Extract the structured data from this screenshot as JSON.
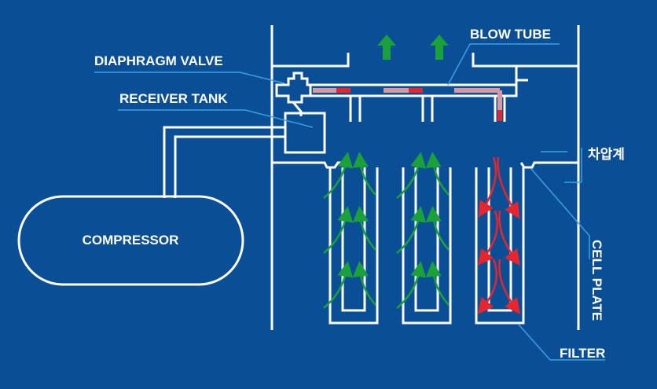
{
  "labels": {
    "diaphragm_valve": "DIAPHRAGM VALVE",
    "blow_tube": "BLOW TUBE",
    "receiver_tank": "RECEIVER TANK",
    "compressor": "COMPRESSOR",
    "differential_pressure": "차압계",
    "cell_plate": "CELL PLATE",
    "filter": "FILTER"
  },
  "colors": {
    "background": "#0a4e96",
    "line": "#ffffff",
    "clean_air_arrow": "#1aa13a",
    "pulse_arrow": "#e8242c",
    "leader_line": "#3aa0e6",
    "tube_pink": "#d79aa3",
    "tube_red": "#e8242c"
  },
  "filters": [
    {
      "name": "filter-left",
      "flow": "up"
    },
    {
      "name": "filter-middle",
      "flow": "up"
    },
    {
      "name": "filter-right",
      "flow": "down"
    }
  ]
}
